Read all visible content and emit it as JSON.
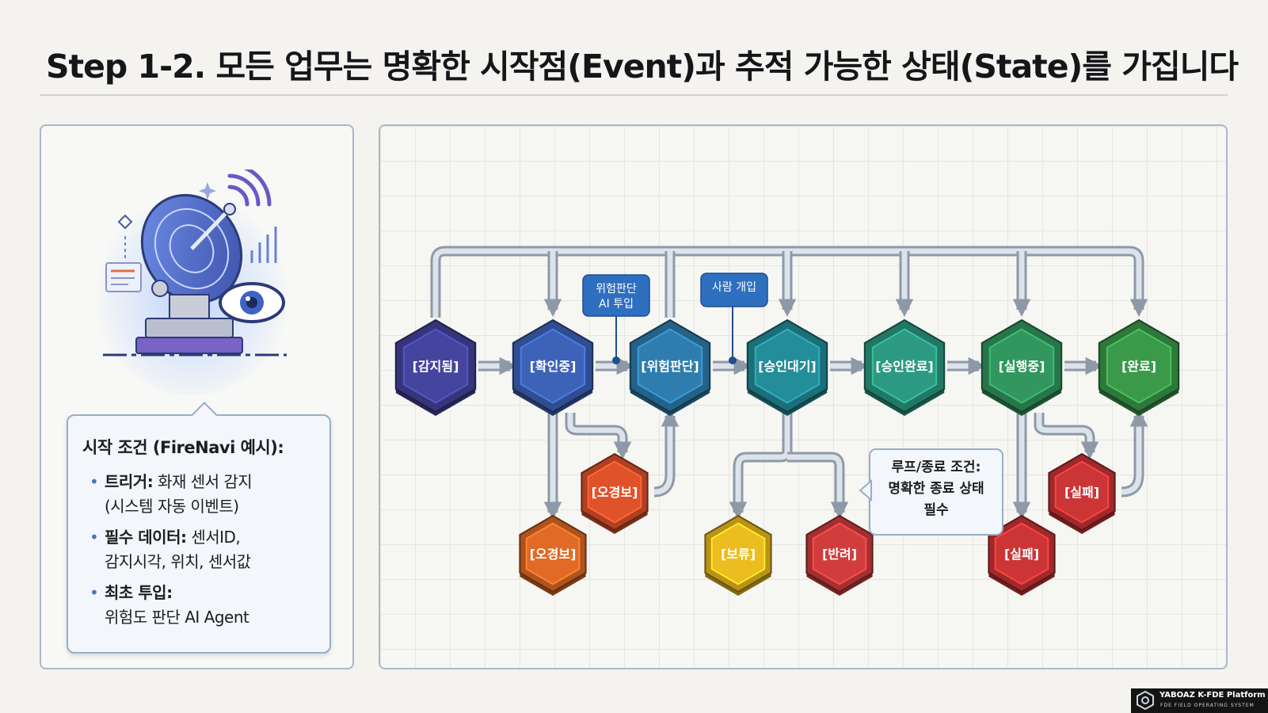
{
  "title": "Step 1-2. 모든 업무는 명확한 시작점(Event)과 추적 가능한 상태(State)를 가집니다",
  "left_panel": {
    "heading": "시작 조건 (FireNavi 예시):",
    "items": [
      {
        "label": "트리거:",
        "text_1": "화재 센서 감지",
        "text_2": "(시스템 자동 이벤트)"
      },
      {
        "label": "필수 데이터:",
        "text_1": "센서ID,",
        "text_2": "감지시각, 위치, 센서값"
      },
      {
        "label": "최초 투입:",
        "text_1": "",
        "text_2": "위험도 판단 AI Agent"
      }
    ]
  },
  "diagram": {
    "main_states": [
      {
        "label": "[감지됨]",
        "color": "#45449e"
      },
      {
        "label": "[확인중]",
        "color": "#3d63b8"
      },
      {
        "label": "[위험판단]",
        "color": "#2e7dae"
      },
      {
        "label": "[승인대기]",
        "color": "#248d9a"
      },
      {
        "label": "[승인완료]",
        "color": "#2c9a82"
      },
      {
        "label": "[실행중]",
        "color": "#31975f"
      },
      {
        "label": "[완료]",
        "color": "#3a9a4a"
      }
    ],
    "branch_states": [
      {
        "label": "[오경보]",
        "color": "#e06a26"
      },
      {
        "label": "[오경보]",
        "color": "#e0522a"
      },
      {
        "label": "[보류]",
        "color": "#ecbd1f"
      },
      {
        "label": "[반려]",
        "color": "#d13d3d"
      },
      {
        "label": "[실패]",
        "color": "#cc3536"
      },
      {
        "label": "[실패]",
        "color": "#cc3536"
      }
    ],
    "callouts": {
      "ai_line1": "위험판단",
      "ai_line2": "AI 투입",
      "human": "사람 개입",
      "loop_line1": "루프/종료 조건:",
      "loop_line2": "명확한 종료 상태",
      "loop_line3": "필수"
    }
  },
  "footer": {
    "brand": "YABOAZ K-FDE Platform",
    "tagline": "FDE FIELD OPERATING SYSTEM"
  }
}
